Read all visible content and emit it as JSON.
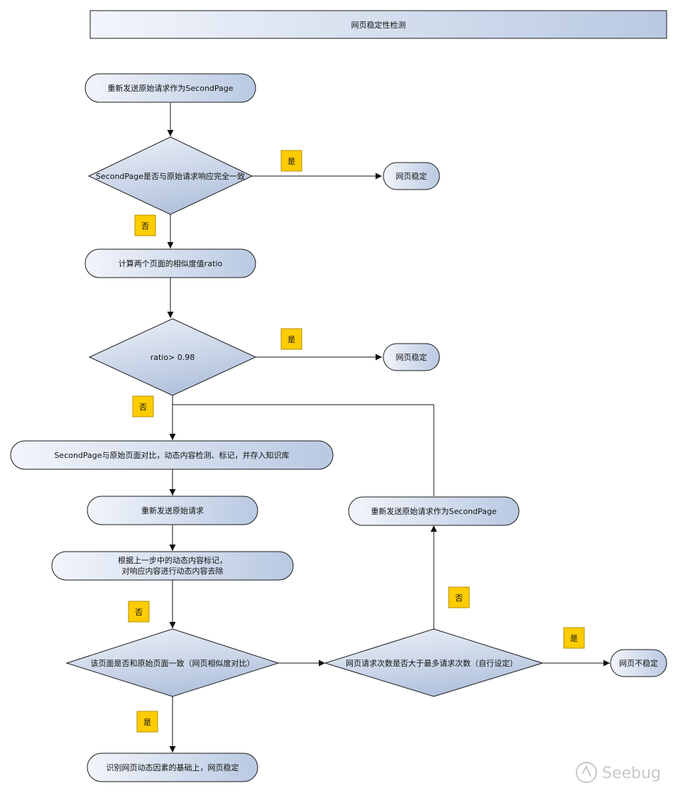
{
  "title": "网页稳定性检测",
  "nodes": {
    "resend_as_second_1": "重新发送原始请求作为SecondPage",
    "decision_identical": "SecondPage是否与原始请求响应完全一致",
    "stable_1": "网页稳定",
    "compute_ratio": "计算两个页面的相似度值ratio",
    "decision_ratio": "ratio> 0.98",
    "stable_2": "网页稳定",
    "compare_store": "SecondPage与原始页面对比，动态内容检测、标记，并存入知识库",
    "resend_original": "重新发送原始请求",
    "remove_dynamic_line1": "根据上一步中的动态内容标记，",
    "remove_dynamic_line2": "对响应内容进行动态内容去除",
    "decision_consistent": "该页面是否和原始页面一致（网页相似度对比）",
    "decision_count": "网页请求次数是否大于最多请求次数（自行设定）",
    "unstable": "网页不稳定",
    "resend_as_second_2": "重新发送原始请求作为SecondPage",
    "final_stable": "识别网页动态因素的基础上，网页稳定"
  },
  "edge_labels": {
    "yes_identical": "是",
    "no_identical": "否",
    "yes_ratio": "是",
    "no_ratio": "否",
    "no_consistent": "否",
    "yes_consistent": "是",
    "no_count": "否",
    "yes_count": "是"
  },
  "watermark": "Seebug",
  "colors": {
    "node_fill_start": "#f2f5fb",
    "node_fill_end": "#b9c9e2",
    "stroke": "#1a1a1a",
    "label_fill": "#ffcc00",
    "label_stroke": "#b38f00"
  }
}
